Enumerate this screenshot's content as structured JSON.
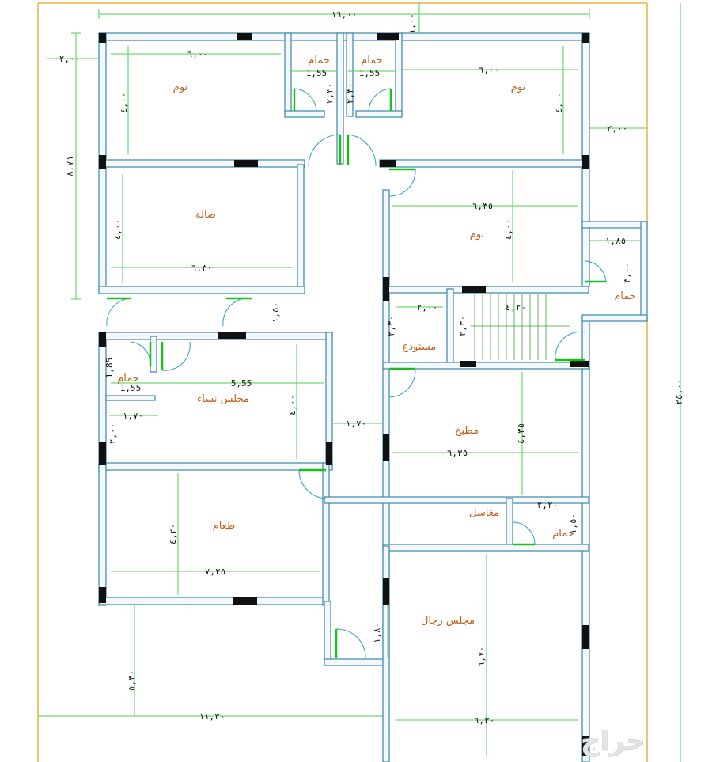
{
  "rooms": {
    "bed_nw": "نوم",
    "bed_ne": "نوم",
    "bed_e": "نوم",
    "bath_1": "حمام",
    "bath_2": "حمام",
    "bath_3": "حمام",
    "bath_4": "حمام",
    "bath_5": "حمام",
    "hall": "صالة",
    "storage": "مستودع",
    "women_majlis": "مجلس نساء",
    "kitchen": "مطبخ",
    "dining": "طعام",
    "wash": "مغاسل",
    "men_majlis": "مجلس رجال"
  },
  "dimensions": {
    "overall_width": "١٦,٠٠",
    "top_setback": "١,٠٠",
    "left_setback": "٢,٠٠",
    "right_setback": "٢,٠٠",
    "left_depth": "٨,٧١",
    "total_depth": "٢٥,٠٠",
    "front_width": "١١,٣٠",
    "front_depth": "٥,٣٠",
    "bed_nw_w": "٦,٠٠",
    "bed_nw_d": "٤,٠٠",
    "bed_ne_w": "٦,٠٠",
    "bed_ne_d": "٤,٠٠",
    "bath1_w": "1,55",
    "bath1_d": "٢,٣٠",
    "bath2_w": "1,55",
    "bath2_d": "٢,٣٠",
    "hall_w": "٦,٣٠",
    "hall_d": "٤,٠٠",
    "bed_e_w": "٦,٣٥",
    "bed_e_d": "٤,٠٠",
    "bath3_w": "١,٨٥",
    "bath3_d": "٣,٠٠",
    "corr_1": "١,٥٠",
    "storage_w": "٢,٠٠",
    "storage_d": "٢,٣٠",
    "stair_w": "٤,٢٠",
    "stair_d": "٢,٣٠",
    "bath4_w": "1,85",
    "bath4_d": "1,55",
    "women_w": "5,55",
    "women_d": "٤,٠٠",
    "wm_corr": "١,٧٠",
    "wm_corr_d": "٢,٠٠",
    "corr_2": "١,٧٠",
    "kitchen_w": "٦,٣٥",
    "kitchen_d": "٤,٣٥",
    "wash_w": "٢,٢٠",
    "bath5_d": "١,٥٠",
    "dining_w": "٧,٢٥",
    "dining_d": "٤,٢٠",
    "entry_w": "١,٨٠",
    "men_w": "٦,٣٠",
    "men_d": "٦,٧٠"
  },
  "colors": {
    "wall_stroke": "#3a86a6",
    "wall_fill": "#f4f8fa",
    "dimension": "#4bd04b",
    "door_leaf": "#18c018",
    "label": "#c06018",
    "boundary": "#e8b040"
  },
  "watermark": "حراج"
}
